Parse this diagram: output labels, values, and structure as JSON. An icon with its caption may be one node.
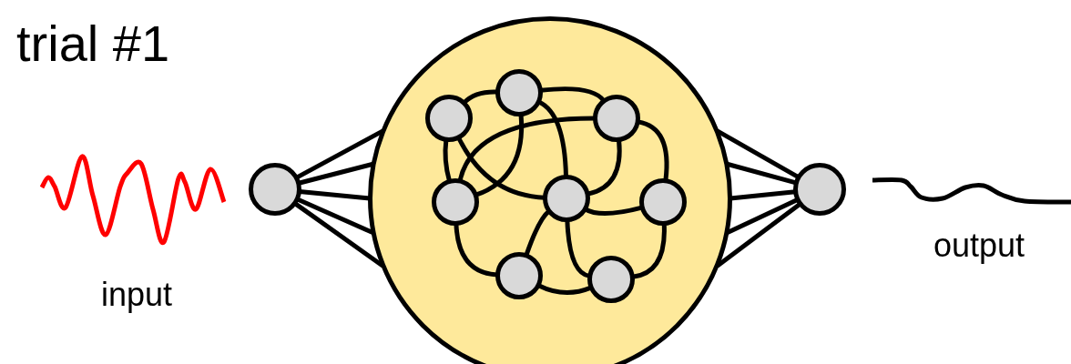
{
  "diagram": {
    "title": "trial #1",
    "nodes": [
      {
        "text": [],
        "shape": "circle"
      },
      {
        "text": [],
        "shape": "circle"
      },
      {
        "text": [],
        "shape": "circle",
        "in": 1
      },
      {
        "text": [],
        "shape": "circle",
        "in": 1
      },
      {
        "text": [],
        "shape": "circle",
        "in": 1
      },
      {
        "text": [],
        "shape": "circle",
        "in": 1
      },
      {
        "text": [],
        "shape": "circle",
        "in": 1
      },
      {
        "text": [],
        "shape": "circle",
        "in": 1
      },
      {
        "text": [],
        "shape": "circle",
        "in": 1
      },
      {
        "text": [],
        "shape": "circle",
        "in": 1
      },
      {
        "text": [],
        "shape": "circle"
      }
    ],
    "edges": [
      {
        "from": 0,
        "to": 1,
        "arrow": "none"
      },
      {
        "from": 0,
        "to": 1,
        "arrow": "none"
      },
      {
        "from": 0,
        "to": 1,
        "arrow": "none"
      },
      {
        "from": 0,
        "to": 1,
        "arrow": "none"
      },
      {
        "from": 0,
        "to": 1,
        "arrow": "none"
      },
      {
        "from": 2,
        "to": 3,
        "arrow": "none"
      },
      {
        "from": 3,
        "to": 4,
        "arrow": "none"
      },
      {
        "from": 2,
        "to": 5,
        "arrow": "none"
      },
      {
        "from": 2,
        "to": 6,
        "arrow": "none"
      },
      {
        "from": 3,
        "to": 5,
        "arrow": "none"
      },
      {
        "from": 3,
        "to": 6,
        "arrow": "none"
      },
      {
        "from": 4,
        "to": 5,
        "arrow": "none"
      },
      {
        "from": 4,
        "to": 6,
        "arrow": "none"
      },
      {
        "from": 4,
        "to": 7,
        "arrow": "none"
      },
      {
        "from": 6,
        "to": 7,
        "arrow": "none"
      },
      {
        "from": 5,
        "to": 8,
        "arrow": "none"
      },
      {
        "from": 6,
        "to": 8,
        "arrow": "none"
      },
      {
        "from": 6,
        "to": 9,
        "arrow": "none"
      },
      {
        "from": 8,
        "to": 9,
        "arrow": "none"
      },
      {
        "from": 7,
        "to": 9,
        "arrow": "none"
      },
      {
        "from": 1,
        "to": 10,
        "arrow": "none"
      },
      {
        "from": 1,
        "to": 10,
        "arrow": "none"
      },
      {
        "from": 1,
        "to": 10,
        "arrow": "none"
      },
      {
        "from": 1,
        "to": 10,
        "arrow": "none"
      },
      {
        "from": 1,
        "to": 10,
        "arrow": "none"
      }
    ],
    "labels": [
      "input",
      "output"
    ]
  }
}
